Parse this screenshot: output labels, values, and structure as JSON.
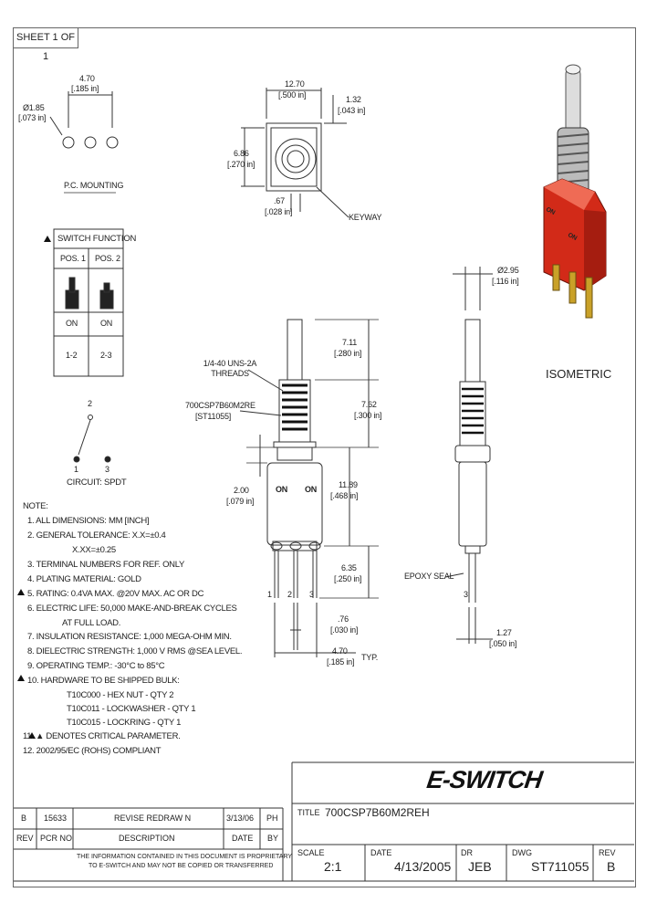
{
  "sheet": "SHEET 1 OF 1",
  "pc_mounting": {
    "dim1_mm": "4.70",
    "dim1_in": "[.185 in]",
    "dim2_mm": "Ø1.85",
    "dim2_in": "[.073 in]",
    "label": "P.C. MOUNTING"
  },
  "top_view": {
    "width_mm": "12.70",
    "width_in": "[.500 in]",
    "right_mm": "1.32",
    "right_in": "[.043 in]",
    "height_mm": "6.86",
    "height_in": "[.270 in]",
    "bottom_mm": ".67",
    "bottom_in": "[.028 in]",
    "keyway": "KEYWAY"
  },
  "switch_function": {
    "title": "SWITCH FUNCTION",
    "headers": [
      "POS. 1",
      "POS. 2"
    ],
    "row_state": [
      "ON",
      "ON"
    ],
    "row_terminals": [
      "1-2",
      "2-3"
    ]
  },
  "circuit": {
    "pin_top": "2",
    "pin_left": "1",
    "pin_right": "3",
    "label": "CIRCUIT: SPDT"
  },
  "front_view": {
    "threads": "1/4-40 UNS-2A THREADS",
    "part_ref": "700CSP7B60M2RE",
    "part_ref_sub": "[ST11055]",
    "dim_top_mm": "7.11",
    "dim_top_in": "[.280 in]",
    "dim_mid_mm": "7.62",
    "dim_mid_in": "[.300 in]",
    "dim_left_mm": "2.00",
    "dim_left_in": "[.079 in]",
    "dim_body_mm": "11.89",
    "dim_body_in": "[.468 in]",
    "dim_pin_mm": "6.35",
    "dim_pin_in": "[.250 in]",
    "dim_w1_mm": ".76",
    "dim_w1_in": "[.030 in]",
    "dim_w2_mm": "4.70",
    "dim_w2_in": "[.185 in]",
    "typ": "TYP.",
    "on1": "ON",
    "on2": "ON",
    "pin1": "1",
    "pin2": "2",
    "pin3": "3"
  },
  "side_view": {
    "dia_mm": "Ø2.95",
    "dia_in": "[.116 in]",
    "epoxy": "EPOXY SEAL",
    "pin": "3",
    "dim_mm": "1.27",
    "dim_in": "[.050 in]"
  },
  "isometric": {
    "label": "ISOMETRIC",
    "on_top": "ON",
    "on_side": "ON"
  },
  "notes": [
    "NOTE:",
    "1. ALL DIMENSIONS: MM [INCH]",
    "2. GENERAL TOLERANCE: X.X=±0.4",
    "X.XX=±0.25",
    "3. TERMINAL NUMBERS FOR REF. ONLY",
    "4. PLATING MATERIAL: GOLD",
    "5. RATING: 0.4VA MAX. @20V MAX. AC OR DC",
    "6. ELECTRIC LIFE: 50,000 MAKE-AND-BREAK CYCLES",
    "AT FULL LOAD.",
    "7. INSULATION RESISTANCE: 1,000 MEGA-OHM MIN.",
    "8. DIELECTRIC STRENGTH: 1,000 V RMS @SEA LEVEL.",
    "9. OPERATING TEMP.: -30°C to 85°C",
    "10. HARDWARE TO BE SHIPPED BULK:",
    "T10C000 - HEX NUT - QTY 2",
    "T10C011 - LOCKWASHER - QTY 1",
    "T10C015 - LOCKRING - QTY 1",
    "11. ▲ DENOTES CRITICAL PARAMETER.",
    "12. 2002/95/EC (ROHS) COMPLIANT"
  ],
  "revision": {
    "row": [
      "B",
      "15633",
      "REVISE REDRAW N",
      "3/13/06",
      "PH"
    ],
    "headers": [
      "REV",
      "PCR NO",
      "DESCRIPTION",
      "DATE",
      "BY"
    ],
    "disclaimer1": "THE INFORMATION CONTAINED IN THIS DOCUMENT IS PROPRIETARY",
    "disclaimer2": "TO E-SWITCH AND MAY NOT BE COPIED OR TRANSFERRED"
  },
  "title_block": {
    "brand": "E-SWITCH",
    "title_label": "TITLE",
    "title": "700CSP7B60M2REH",
    "scale_label": "SCALE",
    "scale": "2:1",
    "date_label": "DATE",
    "date": "4/13/2005",
    "dr_label": "DR",
    "dr": "JEB",
    "dwg_label": "DWG",
    "dwg": "ST711055",
    "rev_label": "REV",
    "rev": "B"
  }
}
